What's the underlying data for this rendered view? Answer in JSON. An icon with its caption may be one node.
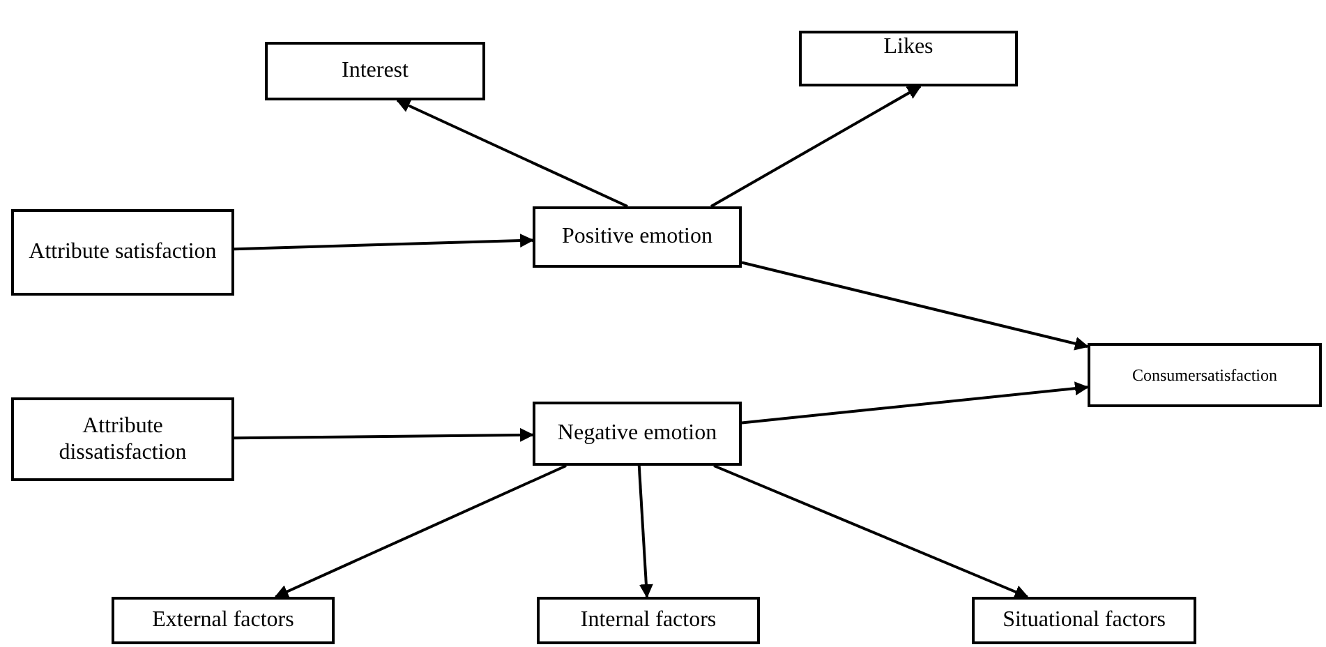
{
  "diagram": {
    "nodes": [
      {
        "text": [
          "Interest"
        ]
      },
      {
        "text": [
          "Likes"
        ]
      },
      {
        "text": [
          "Attribute satisfaction"
        ]
      },
      {
        "text": [
          "Positive emotion"
        ]
      },
      {
        "text": [
          "Consumersatisfaction"
        ]
      },
      {
        "text": [
          "Attribute dissatisfaction"
        ]
      },
      {
        "text": [
          "Negative emotion"
        ]
      },
      {
        "text": [
          "External factors"
        ]
      },
      {
        "text": [
          "Internal factors"
        ]
      },
      {
        "text": [
          "Situational factors"
        ]
      }
    ],
    "edges": [
      {
        "from": 3,
        "to": 0,
        "arrow": "to"
      },
      {
        "from": 3,
        "to": 1,
        "arrow": "to"
      },
      {
        "from": 2,
        "to": 3,
        "arrow": "to"
      },
      {
        "from": 3,
        "to": 4,
        "arrow": "to"
      },
      {
        "from": 5,
        "to": 6,
        "arrow": "to"
      },
      {
        "from": 6,
        "to": 4,
        "arrow": "to"
      },
      {
        "from": 6,
        "to": 7,
        "arrow": "to"
      },
      {
        "from": 6,
        "to": 8,
        "arrow": "to"
      },
      {
        "from": 6,
        "to": 9,
        "arrow": "to"
      }
    ]
  }
}
